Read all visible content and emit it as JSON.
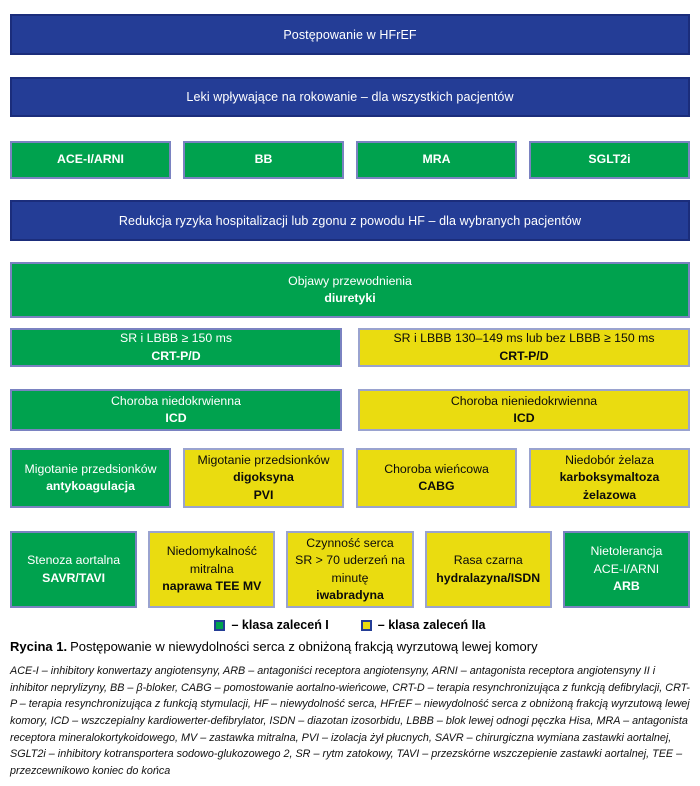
{
  "colors": {
    "header_blue": "#243D96",
    "class_i_green": "#00A24E",
    "class_iia_yellow": "#EADC10"
  },
  "figure": {
    "rows": [
      {
        "kind": "bar",
        "name": "title",
        "text": "Postępowanie w HFrEF"
      },
      {
        "kind": "bar",
        "name": "prognosis-drugs",
        "text": "Leki wpływające na rokowanie – dla wszystkich pacjentów"
      },
      {
        "kind": "boxes",
        "name": "first-line-drugs",
        "boxes": [
          {
            "name": "ace-i-arni",
            "class": "I",
            "lines": [
              {
                "text": "ACE-I/ARNI",
                "bold": true
              }
            ]
          },
          {
            "name": "bb",
            "class": "I",
            "lines": [
              {
                "text": "BB",
                "bold": true
              }
            ]
          },
          {
            "name": "mra",
            "class": "I",
            "lines": [
              {
                "text": "MRA",
                "bold": true
              }
            ]
          },
          {
            "name": "sglt2i",
            "class": "I",
            "lines": [
              {
                "text": "SGLT2i",
                "bold": true
              }
            ]
          }
        ]
      },
      {
        "kind": "bar",
        "name": "risk-reduction",
        "text": "Redukcja ryzyka hospitalizacji lub zgonu z powodu HF – dla wybranych pacjentów"
      },
      {
        "kind": "boxes",
        "name": "congestion",
        "boxes": [
          {
            "name": "diuretics",
            "class": "I",
            "lines": [
              {
                "text": "Objawy przewodnienia",
                "bold": false
              },
              {
                "text": "diuretyki",
                "bold": true
              }
            ]
          }
        ]
      },
      {
        "kind": "boxes",
        "name": "crt",
        "boxes": [
          {
            "name": "crt-class-i",
            "class": "I",
            "lines": [
              {
                "text": "SR i LBBB ≥ 150 ms",
                "bold": false
              },
              {
                "text": "CRT-P/D",
                "bold": true
              }
            ]
          },
          {
            "name": "crt-class-iia",
            "class": "IIa",
            "lines": [
              {
                "text": "SR i LBBB 130–149 ms lub bez LBBB ≥ 150 ms",
                "bold": false
              },
              {
                "text": "CRT-P/D",
                "bold": true
              }
            ]
          }
        ]
      },
      {
        "kind": "boxes",
        "name": "icd",
        "boxes": [
          {
            "name": "icd-ischaemic",
            "class": "I",
            "lines": [
              {
                "text": "Choroba niedokrwienna",
                "bold": false
              },
              {
                "text": "ICD",
                "bold": true
              }
            ]
          },
          {
            "name": "icd-non-ischaemic",
            "class": "IIa",
            "lines": [
              {
                "text": "Choroba nieniedokrwienna",
                "bold": false
              },
              {
                "text": "ICD",
                "bold": true
              }
            ]
          }
        ]
      },
      {
        "kind": "boxes",
        "name": "af-cad-iron",
        "boxes": [
          {
            "name": "af-anticoagulation",
            "class": "I",
            "lines": [
              {
                "text": "Migotanie przedsionków",
                "bold": false
              },
              {
                "text": "antykoagulacja",
                "bold": true
              }
            ]
          },
          {
            "name": "af-digoxin-pvi",
            "class": "IIa",
            "lines": [
              {
                "text": "Migotanie przedsionków",
                "bold": false
              },
              {
                "text": "digoksyna",
                "bold": true
              },
              {
                "text": "PVI",
                "bold": true
              }
            ]
          },
          {
            "name": "cad-cabg",
            "class": "IIa",
            "lines": [
              {
                "text": "Choroba wieńcowa",
                "bold": false
              },
              {
                "text": "CABG",
                "bold": true
              }
            ]
          },
          {
            "name": "iron-deficiency",
            "class": "IIa",
            "lines": [
              {
                "text": "Niedobór żelaza",
                "bold": false
              },
              {
                "text": "karboksymaltoza",
                "bold": true
              },
              {
                "text": "żelazowa",
                "bold": true
              }
            ]
          }
        ]
      },
      {
        "kind": "boxes",
        "name": "final-options",
        "boxes": [
          {
            "name": "aortic-stenosis",
            "class": "I",
            "lines": [
              {
                "text": "Stenoza aortalna",
                "bold": false
              },
              {
                "text": "SAVR/TAVI",
                "bold": true
              }
            ]
          },
          {
            "name": "mitral-regurgitation",
            "class": "IIa",
            "lines": [
              {
                "text": "Niedomykalność",
                "bold": false
              },
              {
                "text": "mitralna",
                "bold": false
              },
              {
                "text": "naprawa TEE MV",
                "bold": true
              }
            ]
          },
          {
            "name": "heart-rate-ivabradine",
            "class": "IIa",
            "lines": [
              {
                "text": "Czynność serca",
                "bold": false
              },
              {
                "text": "SR > 70 uderzeń na",
                "bold": false
              },
              {
                "text": "minutę",
                "bold": false
              },
              {
                "text": "iwabradyna",
                "bold": true
              }
            ]
          },
          {
            "name": "black-race-hydralazine",
            "class": "IIa",
            "lines": [
              {
                "text": "Rasa czarna",
                "bold": false
              },
              {
                "text": "hydralazyna/ISDN",
                "bold": true
              }
            ]
          },
          {
            "name": "ace-intolerance-arb",
            "class": "I",
            "lines": [
              {
                "text": "Nietolerancja",
                "bold": false
              },
              {
                "text": "ACE-I/ARNI",
                "bold": false
              },
              {
                "text": "ARB",
                "bold": true
              }
            ]
          }
        ]
      }
    ],
    "legend": {
      "items": [
        {
          "name": "class-i",
          "color_key": "class_i_green",
          "label": "– klasa zaleceń I"
        },
        {
          "name": "class-iia",
          "color_key": "class_iia_yellow",
          "label": "– klasa zaleceń IIa"
        }
      ]
    },
    "caption": {
      "label": "Rycina 1.",
      "text": "Postępowanie w niewydolności serca z obniżoną frakcją wyrzutową lewej komory"
    },
    "footnote": "ACE-I – inhibitory konwertazy angiotensyny, ARB – antagoniści receptora angiotensyny, ARNI – antagonista receptora angiotensyny II i inhibitor neprylizyny, BB – β-bloker, CABG – pomostowanie aortalno-wieńcowe, CRT-D – terapia resynchronizująca z funkcją defibrylacji, CRT-P – terapia resynchronizująca z funkcją stymulacji, HF – niewydolność serca, HFrEF – niewydolność serca z obniżoną frakcją wyrzutową lewej komory, ICD – wszczepialny kardiowerter-defibrylator, ISDN – diazotan izosorbidu, LBBB – blok lewej odnogi pęczka Hisa, MRA – antagonista receptora mineralokortykoidowego, MV – zastawka mitralna, PVI – izolacja żył płucnych, SAVR – chirurgiczna wymiana zastawki aortalnej, SGLT2i – inhibitory kotransportera sodowo-glukozowego 2, SR – rytm zatokowy, TAVI – przezskórne wszczepienie zastawki aortalnej, TEE – przezcewnikowo koniec do końca"
  }
}
